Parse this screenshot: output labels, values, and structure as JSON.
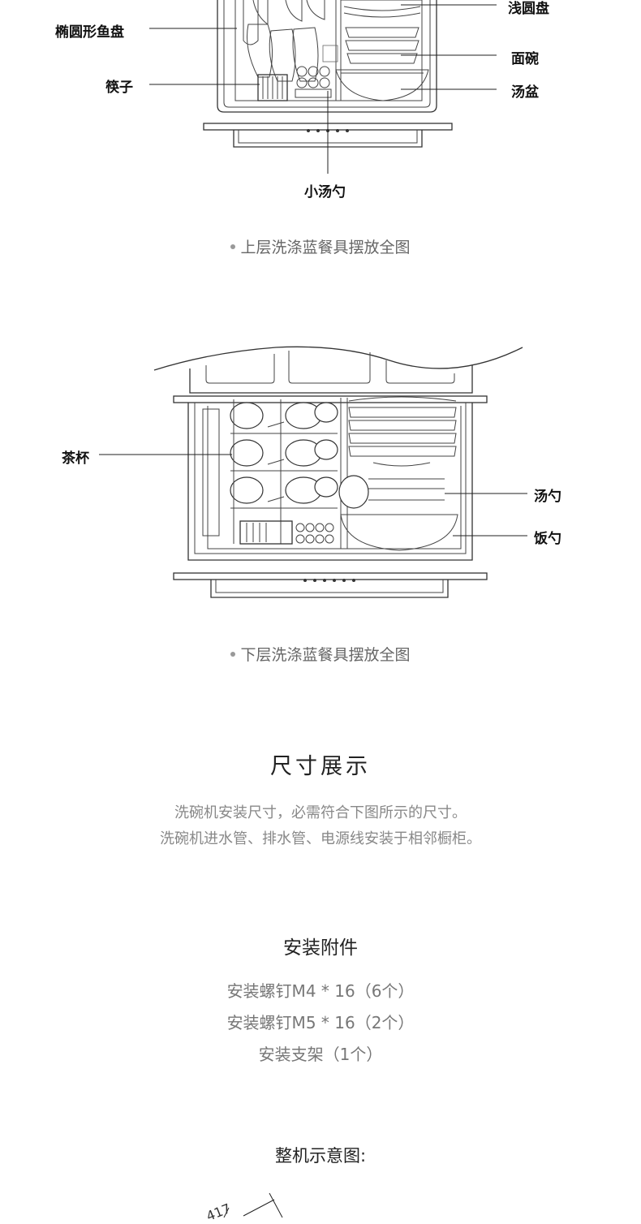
{
  "upper_rack": {
    "labels": {
      "oval_fish_plate": "椭圆形鱼盘",
      "chopsticks": "筷子",
      "small_soup_spoon": "小汤勺",
      "shallow_round_plate": "浅圆盘",
      "noodle_bowl": "面碗",
      "soup_basin": "汤盆"
    },
    "caption": "上层洗涤蓝餐具摆放全图"
  },
  "lower_rack": {
    "labels": {
      "tea_cup": "茶杯",
      "soup_ladle": "汤勺",
      "rice_spoon": "饭勺"
    },
    "caption": "下层洗涤蓝餐具摆放全图"
  },
  "dimensions": {
    "title": "尺寸展示",
    "lines": [
      "洗碗机安装尺寸，必需符合下图所示的尺寸。",
      "洗碗机进水管、排水管、电源线安装于相邻橱柜。"
    ]
  },
  "accessories": {
    "title": "安装附件",
    "items": [
      "安装螺钉M4 * 16（6个）",
      "安装螺钉M5 * 16（2个）",
      "安装支架（1个）"
    ]
  },
  "overview": {
    "title": "整机示意图:",
    "partial_dimension": "417"
  }
}
